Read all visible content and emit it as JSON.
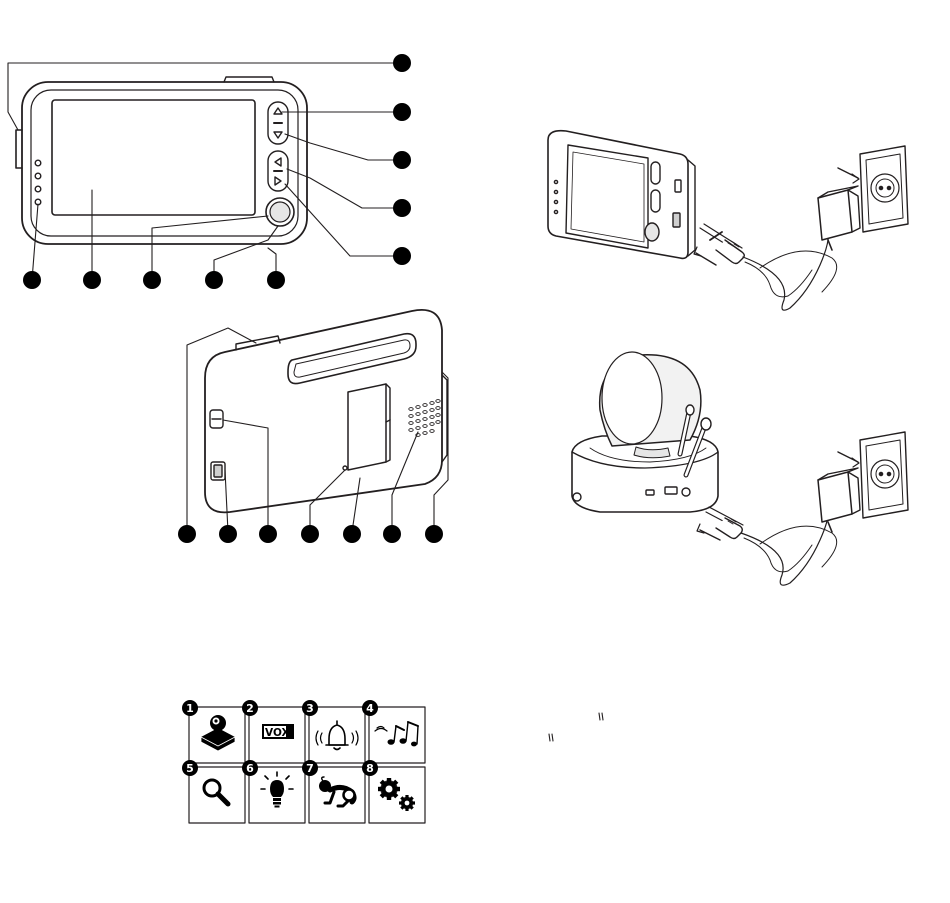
{
  "mode_tiles": [
    {
      "number": "1",
      "icon": "camera-icon",
      "label": ""
    },
    {
      "number": "2",
      "icon": "vox-icon",
      "label": "VOX"
    },
    {
      "number": "3",
      "icon": "bell-icon",
      "label": ""
    },
    {
      "number": "4",
      "icon": "music-notes-icon",
      "label": ""
    },
    {
      "number": "5",
      "icon": "magnifier-icon",
      "label": ""
    },
    {
      "number": "6",
      "icon": "light-bulb-icon",
      "label": ""
    },
    {
      "number": "7",
      "icon": "crawling-baby-icon",
      "label": ""
    },
    {
      "number": "8",
      "icon": "gears-icon",
      "label": ""
    }
  ],
  "colors": {
    "line": "#231f20",
    "fill_light": "#f2f2f2",
    "fill_mid": "#d9d9d9",
    "black": "#000000"
  }
}
